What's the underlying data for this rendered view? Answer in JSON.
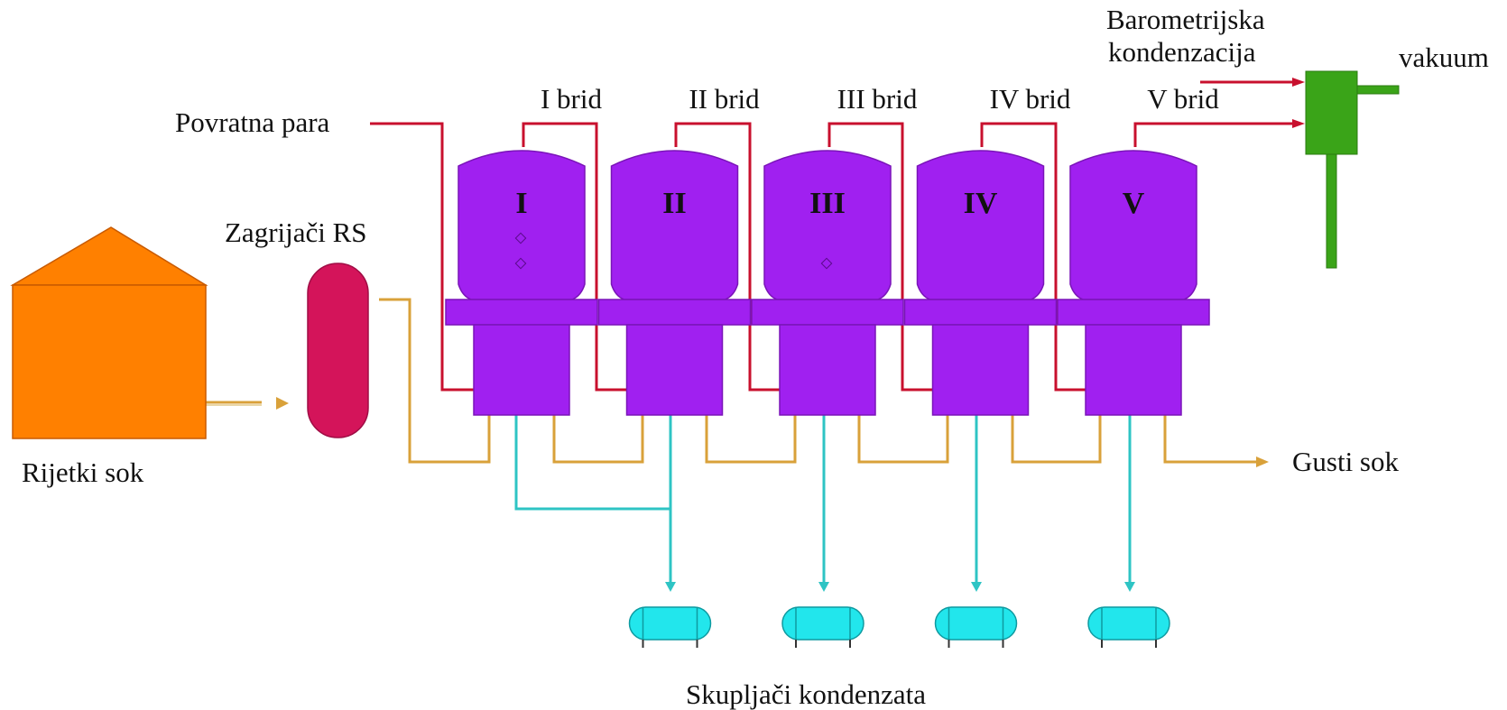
{
  "labels": {
    "storage": "Rijetki sok",
    "heater": "Zagrijači RS",
    "return_steam": "Povratna para",
    "barometric_line1": "Barometrijska",
    "barometric_line2": "kondenzacija",
    "vacuum": "vakuum",
    "thick_juice": "Gusti sok",
    "collectors": "Skupljači kondenzata"
  },
  "evaporators": [
    {
      "numeral": "I",
      "vapor": "I brid"
    },
    {
      "numeral": "II",
      "vapor": "II brid"
    },
    {
      "numeral": "III",
      "vapor": "III brid"
    },
    {
      "numeral": "IV",
      "vapor": "IV brid"
    },
    {
      "numeral": "V",
      "vapor": "V brid"
    }
  ],
  "colors": {
    "storage_tank": "#ff8000",
    "heater": "#d4145a",
    "evaporator": "#a020f0",
    "condenser": "#3aa418",
    "condensate_tank": "#22e6ec",
    "steam_line": "#c8102e",
    "juice_line": "#d9a13a",
    "condensate_line": "#2ec4c4"
  }
}
